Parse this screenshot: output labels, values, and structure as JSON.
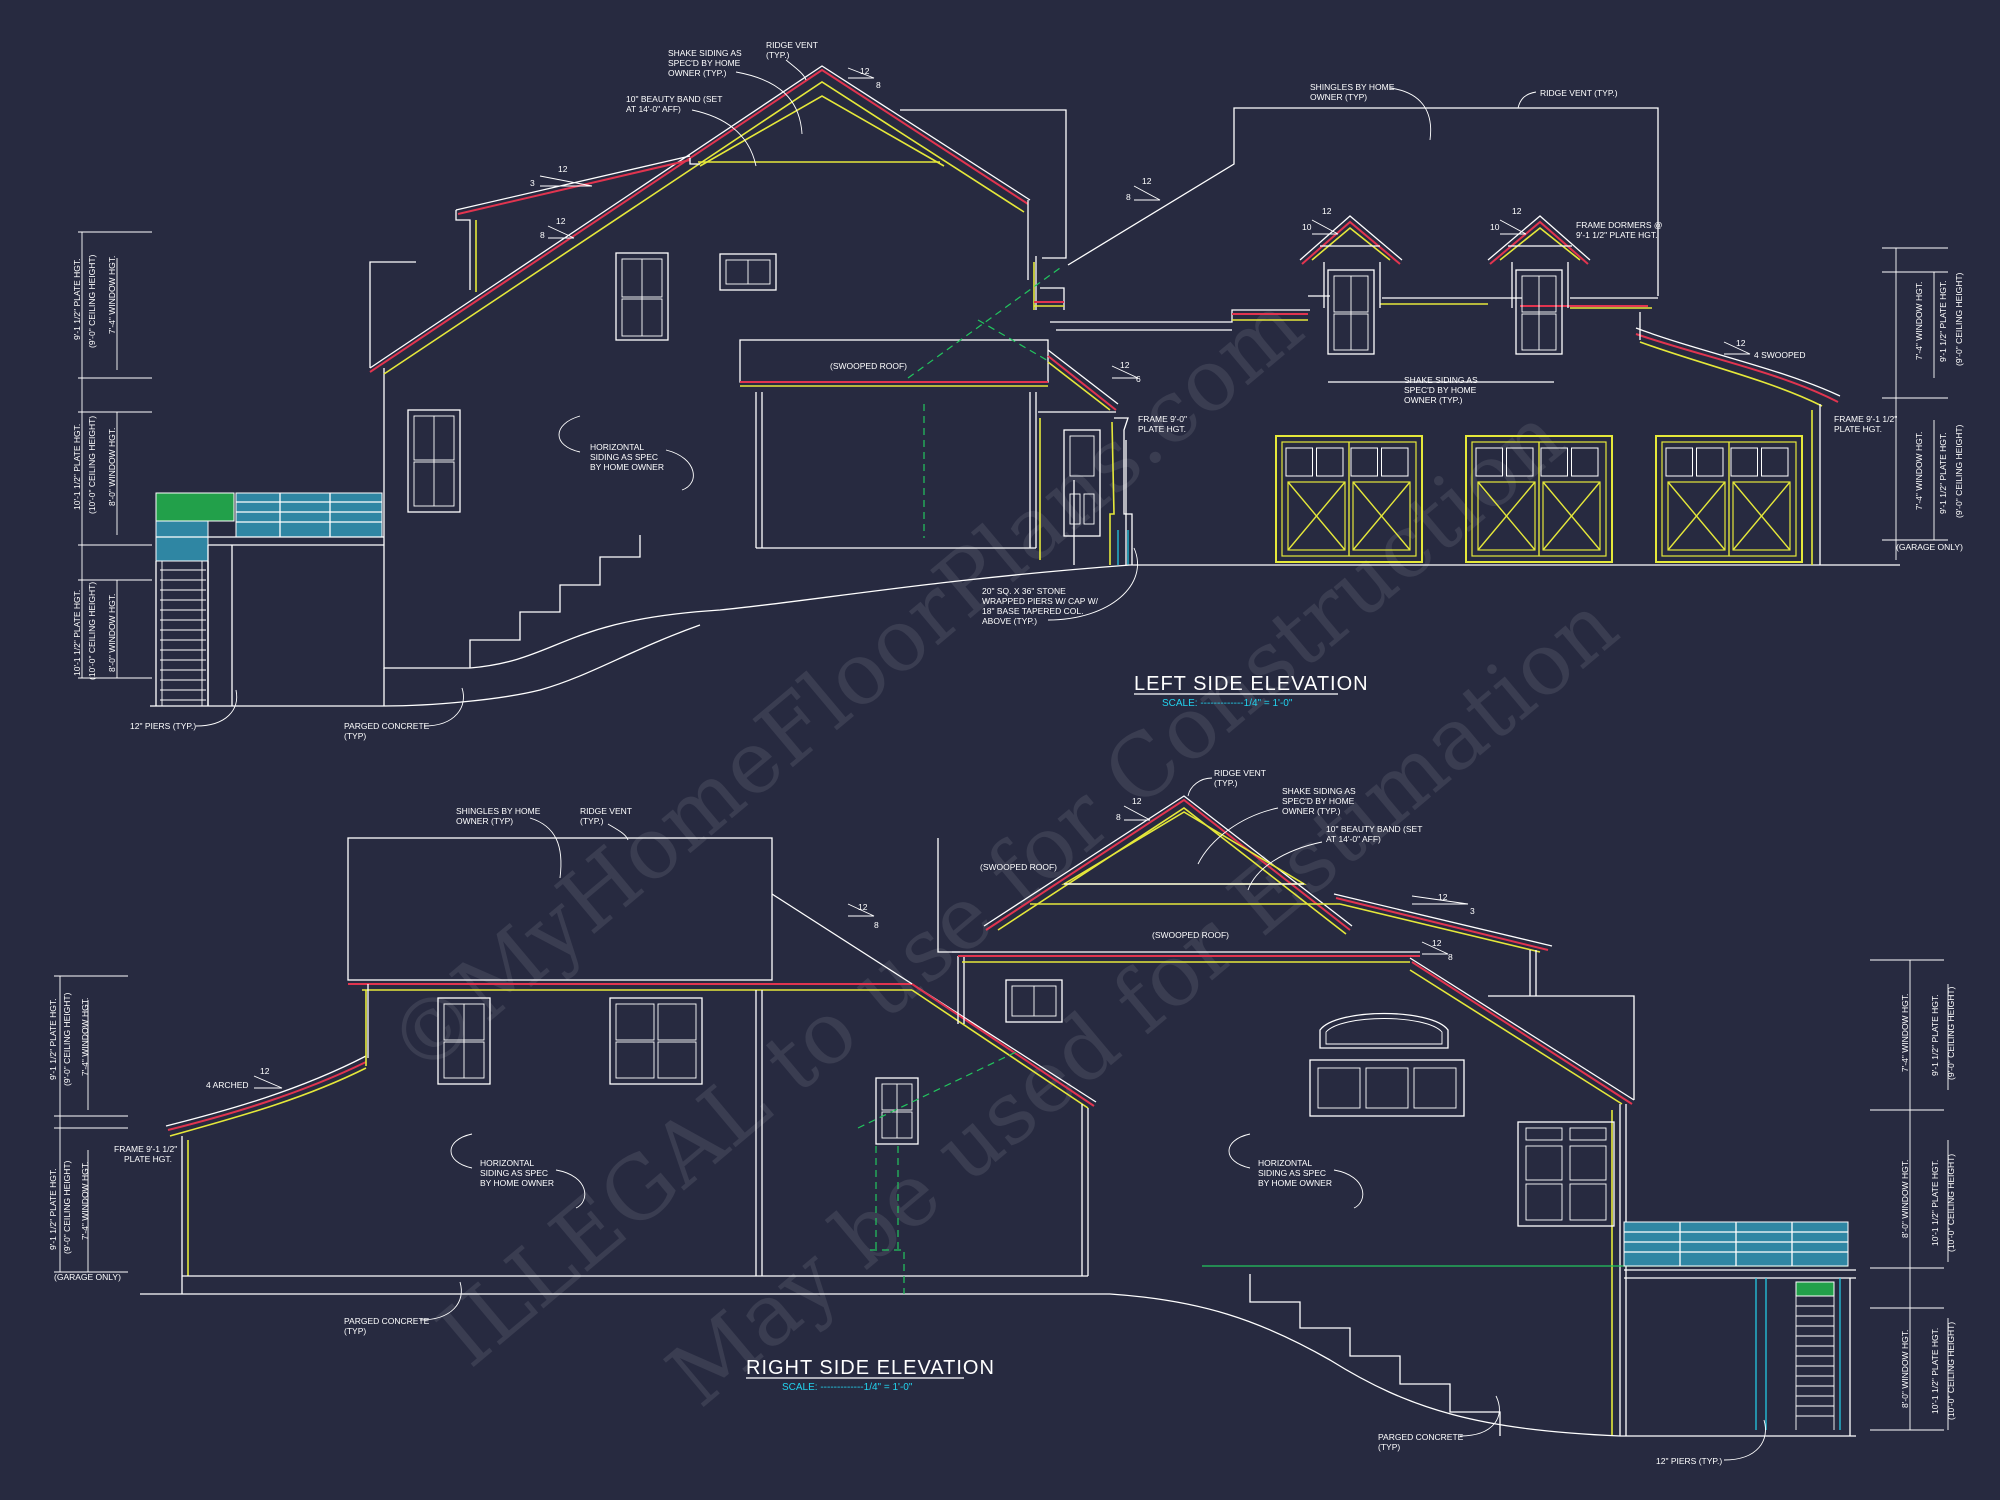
{
  "left_elevation": {
    "title": "LEFT SIDE ELEVATION",
    "scale": "SCALE: -------------1/4\" = 1'-0\"",
    "notes": {
      "shake_1": "SHAKE SIDING AS",
      "shake_2": "SPEC'D BY HOME",
      "shake_3": "OWNER (TYP.)",
      "ridge_1": "RIDGE VENT",
      "ridge_2": "(TYP.)",
      "band_1": "10\" BEAUTY BAND (SET",
      "band_2": "AT 14'-0\" AFF)",
      "swooped": "(SWOOPED ROOF)",
      "horiz_1": "HORIZONTAL",
      "horiz_2": "SIDING AS SPEC",
      "horiz_3": "BY HOME OWNER",
      "frame_1": "FRAME 9'-0\"",
      "frame_2": "PLATE HGT.",
      "stone_1": "20\" SQ. X 36\" STONE",
      "stone_2": "WRAPPED PIERS W/ CAP W/",
      "stone_3": "18\" BASE TAPERED COL.",
      "stone_4": "ABOVE (TYP.)",
      "piers": "12\" PIERS (TYP.)",
      "parged_1": "PARGED CONCRETE",
      "parged_2": "(TYP)",
      "shingles_1": "SHINGLES BY HOME",
      "shingles_2": "OWNER (TYP)",
      "ridge_typ": "RIDGE VENT (TYP.)",
      "dormers_1": "FRAME DORMERS @",
      "dormers_2": "9'-1 1/2\" PLATE HGT.",
      "shake_r1": "SHAKE SIDING AS",
      "shake_r2": "SPEC'D BY HOME",
      "shake_r3": "OWNER (TYP.)",
      "swooped4": "4 SWOOPED",
      "frame9_1": "FRAME 9'-1 1/2\"",
      "frame9_2": "PLATE HGT.",
      "garage_only": "(GARAGE ONLY)"
    },
    "dims_left": {
      "a1": "9'-1 1/2\" PLATE HGT.",
      "a2": "(9'-0\" CEILING HEIGHT)",
      "a3": "7'-4\" WINDOW HGT.",
      "b1": "10'-1 1/2\" PLATE HGT.",
      "b2": "(10'-0\" CEILING HEIGHT)",
      "b3": "8'-0\" WINDOW HGT.",
      "c1": "10'-1 1/2\" PLATE HGT.",
      "c2": "(10'-0\" CEILING HEIGHT)",
      "c3": "8'-0\" WINDOW HGT."
    },
    "dims_right": {
      "a1": "7'-4\" WINDOW HGT.",
      "a2": "9'-1 1/2\" PLATE HGT.",
      "a3": "(9'-0\" CEILING HEIGHT)",
      "b1": "7'-4\" WINDOW HGT.",
      "b2": "9'-1 1/2\" PLATE HGT.",
      "b3": "(9'-0\" CEILING HEIGHT)"
    }
  },
  "right_elevation": {
    "title": "RIGHT SIDE ELEVATION",
    "scale": "SCALE: -------------1/4\" = 1'-0\"",
    "notes": {
      "shingles_1": "SHINGLES BY HOME",
      "shingles_2": "OWNER (TYP)",
      "ridge_1": "RIDGE VENT",
      "ridge_2": "(TYP.)",
      "arched": "4 ARCHED",
      "frame_1": "FRAME 9'-1 1/2\"",
      "frame_2": "PLATE HGT.",
      "garage_only": "(GARAGE ONLY)",
      "horiz_1": "HORIZONTAL",
      "horiz_2": "SIDING AS SPEC",
      "horiz_3": "BY HOME OWNER",
      "parged_1": "PARGED CONCRETE",
      "parged_2": "(TYP)",
      "ridge_r1": "RIDGE VENT",
      "ridge_r2": "(TYP.)",
      "shake_1": "SHAKE SIDING AS",
      "shake_2": "SPEC'D BY HOME",
      "shake_3": "OWNER (TYP.)",
      "band_1": "10\" BEAUTY BAND (SET",
      "band_2": "AT 14'-0\" AFF)",
      "swooped_a": "(SWOOPED ROOF)",
      "swooped_b": "(SWOOPED ROOF)",
      "horiz_r1": "HORIZONTAL",
      "horiz_r2": "SIDING AS SPEC",
      "horiz_r3": "BY HOME OWNER",
      "parged_r1": "PARGED CONCRETE",
      "parged_r2": "(TYP)",
      "piers": "12\" PIERS (TYP.)"
    },
    "dims_left": {
      "a1": "9'-1 1/2\" PLATE HGT.",
      "a2": "(9'-0\" CEILING HEIGHT)",
      "a3": "7'-4\" WINDOW HGT.",
      "b1": "9'-1 1/2\" PLATE HGT.",
      "b2": "(9'-0\" CEILING HEIGHT)",
      "b3": "7'-4\" WINDOW HGT."
    },
    "dims_right": {
      "a1": "7'-4\" WINDOW HGT.",
      "a2": "9'-1 1/2\" PLATE HGT.",
      "a3": "(9'-0\" CEILING HEIGHT)",
      "b1": "8'-0\" WINDOW HGT.",
      "b2": "10'-1 1/2\" PLATE HGT.",
      "b3": "(10'-0\" CEILING HEIGHT)",
      "c1": "8'-0\" WINDOW HGT.",
      "c2": "10'-1 1/2\" PLATE HGT.",
      "c3": "(10'-0\" CEILING HEIGHT)"
    }
  },
  "pitch": {
    "twelve": "12",
    "three": "3",
    "six": "6",
    "eight": "8",
    "ten": "10"
  },
  "watermark": {
    "line1": "©MyHomeFloorPlans.com",
    "line2": "ILLEGAL to use for Construction",
    "line3": "May be used for Estimation"
  },
  "colors": {
    "background": "#272a40",
    "linework": "#ffffff",
    "yellow": "#e5e83a",
    "red": "#e1344f",
    "green": "#22c55e",
    "cyan": "#22d3ee",
    "railing": "#2f86a3"
  }
}
